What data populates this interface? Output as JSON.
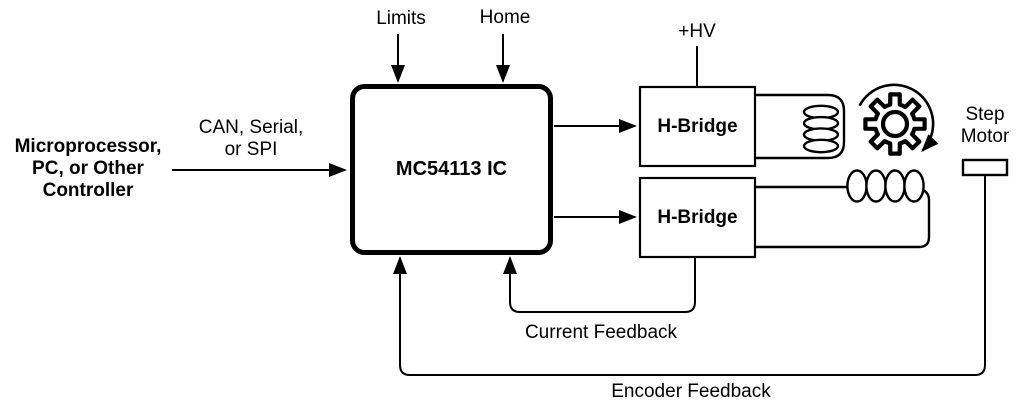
{
  "diagram": {
    "controller": {
      "line1": "Microprocessor,",
      "line2": "PC, or Other",
      "line3": "Controller"
    },
    "bus_label": {
      "line1": "CAN, Serial,",
      "line2": "or SPI"
    },
    "limits_label": "Limits",
    "home_label": "Home",
    "hv_label": "+HV",
    "ic_label": "MC54113 IC",
    "hbridge_top_label": "H-Bridge",
    "hbridge_bottom_label": "H-Bridge",
    "step_motor": {
      "line1": "Step",
      "line2": "Motor"
    },
    "current_feedback_label": "Current Feedback",
    "encoder_feedback_label": "Encoder Feedback",
    "colors": {
      "line": "#000000",
      "background": "#ffffff",
      "box_fill": "#ffffff"
    }
  }
}
